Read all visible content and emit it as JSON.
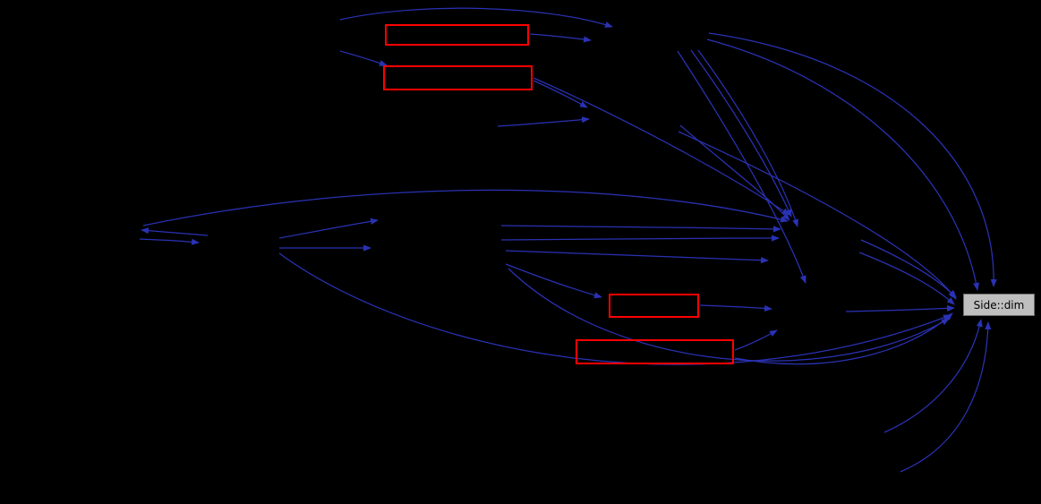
{
  "graph": {
    "background_color": "#000000",
    "edge_color": "#2a32b4",
    "red_node_border_color": "#ff0000",
    "highlight_node": {
      "label": "Side::dim",
      "fill_color": "#bfbfbf",
      "text_color": "#000000"
    },
    "red_nodes": [
      {
        "id": "red-node-1",
        "label": ""
      },
      {
        "id": "red-node-2",
        "label": ""
      },
      {
        "id": "red-node-3",
        "label": ""
      },
      {
        "id": "red-node-4",
        "label": ""
      }
    ]
  }
}
